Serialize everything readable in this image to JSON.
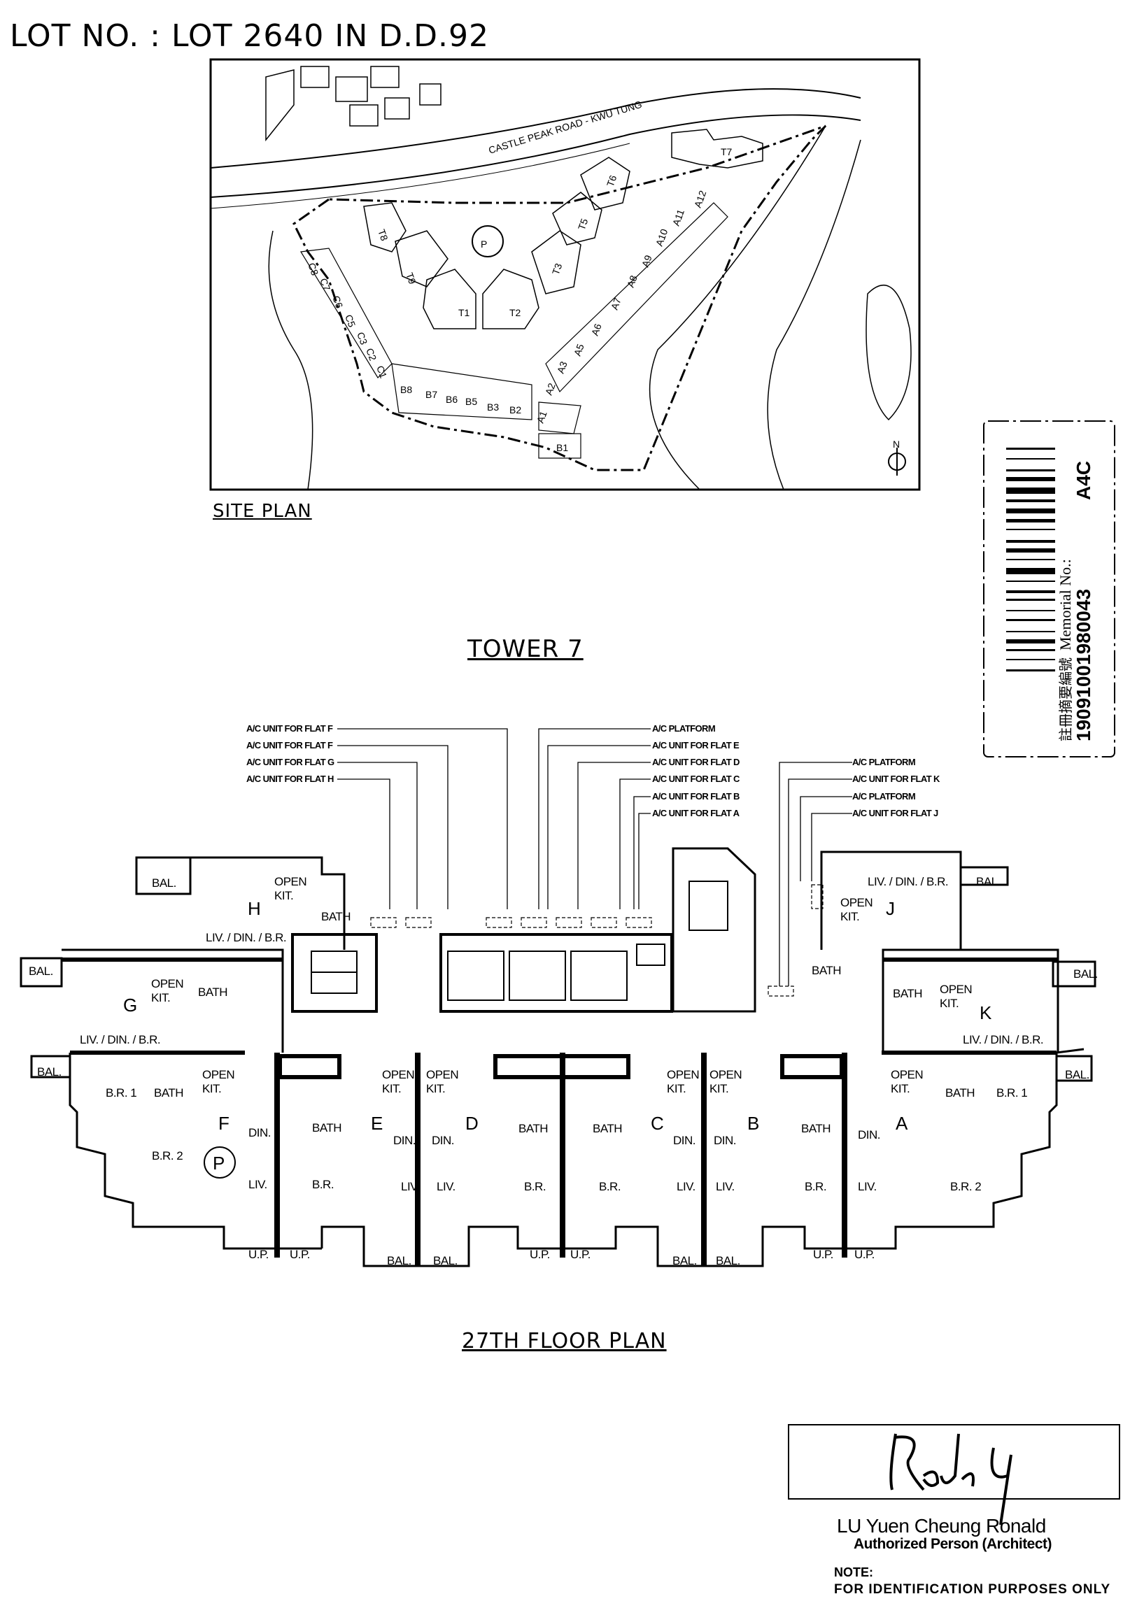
{
  "header": {
    "lot_no": "LOT NO. : LOT 2640 IN D.D.92"
  },
  "site_plan": {
    "title": "SITE PLAN",
    "road_label": "CASTLE PEAK ROAD - KWU TUNG",
    "parking_symbol": "P",
    "north_symbol": "N",
    "labels": [
      "T8",
      "T9",
      "T1",
      "T2",
      "T3",
      "T5",
      "T6",
      "T7",
      "C8",
      "C7",
      "C6",
      "C5",
      "C3",
      "C2",
      "C1",
      "B8",
      "B7",
      "B6",
      "B5",
      "B3",
      "B2",
      "B1",
      "A1",
      "A2",
      "A3",
      "A5",
      "A6",
      "A7",
      "A8",
      "A9",
      "A10",
      "A11",
      "A12"
    ]
  },
  "tower_title": "TOWER 7",
  "callouts": {
    "left": [
      "A/C UNIT FOR FLAT F",
      "A/C UNIT FOR FLAT F",
      "A/C UNIT FOR FLAT G",
      "A/C UNIT FOR FLAT H"
    ],
    "middle": [
      "A/C PLATFORM",
      "A/C UNIT FOR FLAT E",
      "A/C UNIT FOR FLAT D",
      "A/C UNIT FOR FLAT C",
      "A/C UNIT FOR FLAT B",
      "A/C UNIT FOR FLAT A"
    ],
    "right": [
      "A/C PLATFORM",
      "A/C UNIT FOR FLAT K",
      "A/C PLATFORM",
      "A/C UNIT FOR FLAT J"
    ]
  },
  "floor_plan": {
    "title": "27TH FLOOR PLAN",
    "flats": [
      "H",
      "G",
      "F",
      "E",
      "D",
      "C",
      "B",
      "A",
      "J",
      "K"
    ],
    "parking_symbol": "P",
    "rooms": [
      "BAL.",
      "OPEN",
      "KIT.",
      "BATH",
      "LIV. / DIN. / B.R.",
      "BAL.",
      "OPEN",
      "KIT.",
      "BATH",
      "LIV. / DIN. / B.R.",
      "BAL.",
      "B.R. 1",
      "BATH",
      "OPEN",
      "KIT.",
      "DIN.",
      "B.R. 2",
      "LIV.",
      "BATH",
      "B.R.",
      "OPEN",
      "KIT.",
      "OPEN",
      "KIT.",
      "DIN.",
      "DIN.",
      "LIV.",
      "LIV.",
      "BATH",
      "BATH",
      "B.R.",
      "B.R.",
      "OPEN",
      "KIT.",
      "OPEN",
      "KIT.",
      "DIN.",
      "DIN.",
      "LIV.",
      "LIV.",
      "BATH",
      "B.R.",
      "DIN.",
      "LIV.",
      "OPEN",
      "KIT.",
      "BATH",
      "B.R. 1",
      "BAL.",
      "B.R. 2",
      "LIV. / DIN. / B.R.",
      "BAL.",
      "OPEN",
      "KIT.",
      "BATH",
      "BAL.",
      "BATH",
      "OPEN",
      "KIT.",
      "LIV. / DIN. / B.R.",
      "U.P.",
      "U.P.",
      "BAL.",
      "BAL.",
      "U.P.",
      "U.P.",
      "BAL.",
      "BAL.",
      "U.P.",
      "U.P."
    ]
  },
  "memorial_label": {
    "chinese": "註冊摘要編號",
    "english": "Memorial No.:",
    "number": "19091001980043",
    "code": "A4C"
  },
  "signature_block": {
    "signature": "Ronald Lu",
    "name": "LU Yuen Cheung Ronald",
    "role": "Authorized Person (Architect)"
  },
  "note": {
    "label": "NOTE:",
    "text": "FOR IDENTIFICATION PURPOSES ONLY"
  }
}
